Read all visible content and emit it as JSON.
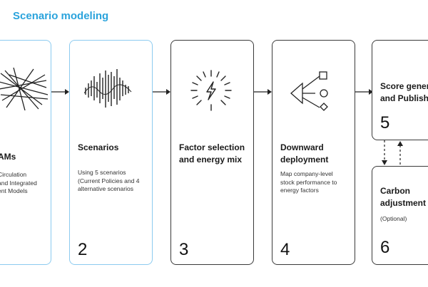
{
  "header": {
    "title": "Scenario modeling"
  },
  "cards": [
    {
      "id": "iams",
      "title": "AMs",
      "desc": "Circulation\nand Integrated\nent Models",
      "number": ""
    },
    {
      "id": "scenarios",
      "title": "Scenarios",
      "desc": "Using 5 scenarios\n(Current Policies and 4\nalternative scenarios",
      "number": "2"
    },
    {
      "id": "factor",
      "title": "Factor selection\nand energy mix",
      "desc": "",
      "number": "3"
    },
    {
      "id": "downward",
      "title": "Downward\ndeployment",
      "desc": "Map company-level\nstock performance to\nenergy factors",
      "number": "4"
    },
    {
      "id": "score",
      "title": "Score gener\nand Publish",
      "desc": "",
      "number": "5"
    },
    {
      "id": "carbon",
      "title": "Carbon\nadjustment",
      "desc": "(Optional)",
      "number": "6"
    }
  ],
  "icons": {
    "card1": "tangled-lines-icon",
    "card2": "waveform-icon",
    "card3": "lightning-burst-icon",
    "card4": "branching-shapes-icon"
  }
}
